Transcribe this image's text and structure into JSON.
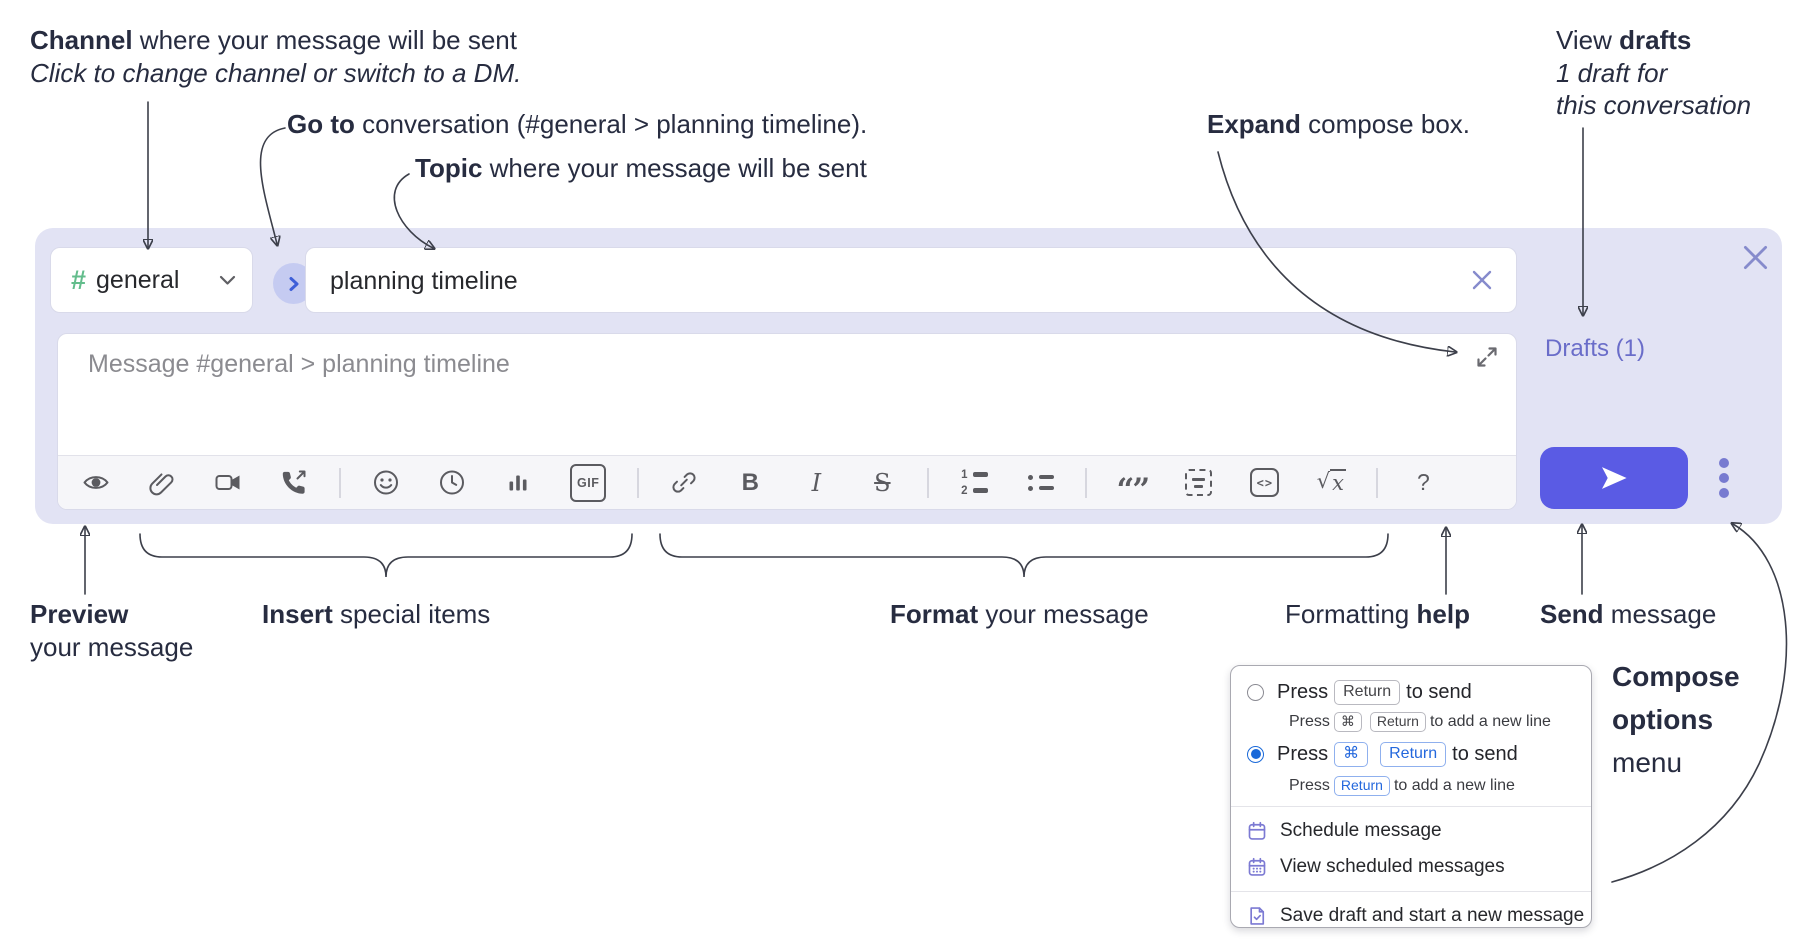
{
  "annotations": {
    "channel_bold": "Channel",
    "channel_rest": " where your message will be sent",
    "channel_sub": "Click to change channel or switch to a DM.",
    "goto_bold": "Go to",
    "goto_rest": " conversation (#general > planning timeline).",
    "topic_bold": "Topic",
    "topic_rest": " where your message will be sent",
    "expand_bold": "Expand",
    "expand_rest": " compose box.",
    "drafts_pre": "View ",
    "drafts_bold": "drafts",
    "drafts_sub1": "1 draft for",
    "drafts_sub2": "this conversation",
    "preview_bold": "Preview",
    "preview_rest": "your message",
    "insert_bold": "Insert",
    "insert_rest": " special items",
    "format_bold": "Format",
    "format_rest": " your message",
    "help_pre": "Formatting ",
    "help_bold": "help",
    "send_bold": "Send",
    "send_rest": " message",
    "compose_1": "Compose",
    "compose_2": "options",
    "compose_3": "menu"
  },
  "composer": {
    "channel_hash": "#",
    "channel_name": "general",
    "topic_value": "planning timeline",
    "message_placeholder": "Message #general > planning timeline",
    "drafts_label": "Drafts (1)"
  },
  "toolbar": {
    "gif": "GIF",
    "bold": "B",
    "italic": "I",
    "strike": "S",
    "ol1": "1",
    "ol2": "2",
    "quote": "“”",
    "code": "<>",
    "math_root": "√",
    "math_var": "x",
    "help": "?"
  },
  "menu": {
    "option1": {
      "press": "Press",
      "key1": "Return",
      "after": "to send",
      "sub_press": "Press",
      "sub_key1": "⌘",
      "sub_key2": "Return",
      "sub_after": "to add a new line"
    },
    "option2": {
      "press": "Press",
      "key1": "⌘",
      "key2": "Return",
      "after": "to send",
      "sub_press": "Press",
      "sub_key1": "Return",
      "sub_after": "to add a new line"
    },
    "schedule": "Schedule message",
    "view_scheduled": "View scheduled messages",
    "save_draft": "Save draft and start a new message"
  },
  "colors": {
    "accent_send": "#5a5be4",
    "lavender_panel": "#e2e3f4",
    "hash_green": "#63bd8c",
    "drafts_link": "#6a6dc9",
    "radio_selected": "#1a69d9",
    "menu_icon_purple": "#7c7ad3"
  }
}
